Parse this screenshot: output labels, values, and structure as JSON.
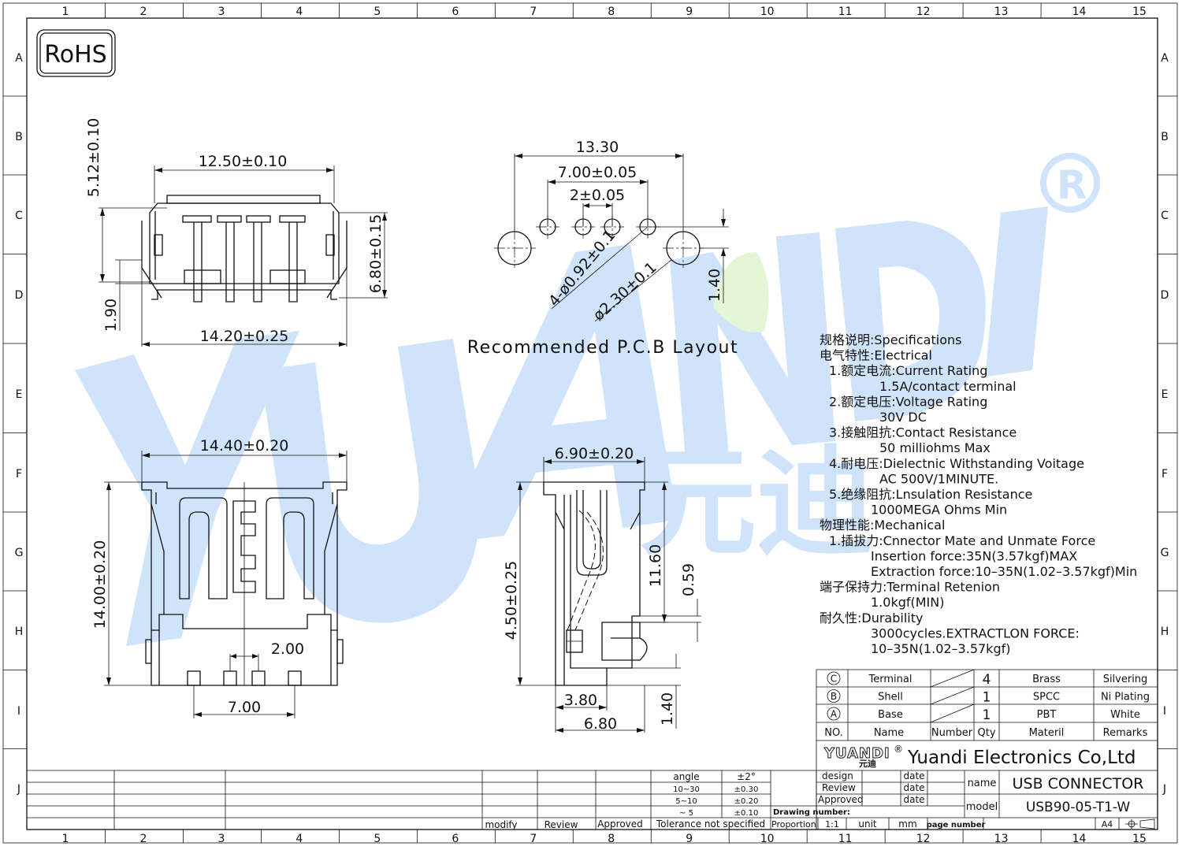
{
  "grid": {
    "cols": [
      "1",
      "2",
      "3",
      "4",
      "5",
      "6",
      "7",
      "8",
      "9",
      "10",
      "11",
      "12",
      "13",
      "14",
      "15"
    ],
    "rows": [
      "A",
      "B",
      "C",
      "D",
      "E",
      "F",
      "G",
      "H",
      "I",
      "J"
    ]
  },
  "rohs": "RoHS",
  "watermark": {
    "brand": "YUANDI",
    "chinese": "元迪",
    "registered": "®"
  },
  "colors": {
    "watermark": "#cfe3fb",
    "watermark_green": "#e3f6d6",
    "line": "#111111"
  },
  "top_view": {
    "d_width_inner": "12.50±0.10",
    "d_height_top": "5.12±0.10",
    "d_height_right": "6.80±0.15",
    "d_bottom_left": "1.90",
    "d_width_outer": "14.20±0.25"
  },
  "pcb": {
    "title": "Recommended P.C.B Layout",
    "d_total": "13.30",
    "d_pin_span": "7.00±0.05",
    "d_pitch": "2±0.05",
    "d_hole_small": "4-ø0.92±0.1",
    "d_hole_big": "ø2.30±0.1",
    "d_offset": "1.40"
  },
  "front_view": {
    "d_width": "14.40±0.20",
    "d_height": "14.00±0.20",
    "d_pitch": "2.00",
    "d_span": "7.00"
  },
  "side_view": {
    "d_width_top": "6.90±0.20",
    "d_height_left": "4.50±0.25",
    "d_height_right": "11.60",
    "d_small": "0.59",
    "d_bottom_right": "1.40",
    "d_bottom_inner": "3.80",
    "d_bottom_outer": "6.80"
  },
  "specs": [
    {
      "text": "规格说明:Specifications",
      "indent": 0
    },
    {
      "text": "电气特性:Electrical",
      "indent": 0
    },
    {
      "text": "1.额定电流:Current  Rating",
      "indent": 1
    },
    {
      "text": "1.5A/contact  terminal",
      "indent": 3
    },
    {
      "text": "2.额定电压:Voltage  Rating",
      "indent": 1
    },
    {
      "text": "30V  DC",
      "indent": 3
    },
    {
      "text": "3.接触阻抗:Contact  Resistance",
      "indent": 1
    },
    {
      "text": "50  milliohms  Max",
      "indent": 3
    },
    {
      "text": "4.耐电压:Dielectnic  Withstanding  Voitage",
      "indent": 1
    },
    {
      "text": "AC  500V/1MINUTE.",
      "indent": 3
    },
    {
      "text": "5.绝缘阻抗:Lnsulation  Resistance",
      "indent": 1
    },
    {
      "text": "1000MEGA  Ohms  Min",
      "indent": 2
    },
    {
      "text": "物理性能:Mechanical",
      "indent": 0
    },
    {
      "text": "1.插拔力:Cnnector  Mate  and  Unmate  Force",
      "indent": 1
    },
    {
      "text": "Insertion  force:35N(3.57kgf)MAX",
      "indent": 2
    },
    {
      "text": "Extraction  force:10–35N(1.02–3.57kgf)Min",
      "indent": 2
    },
    {
      "text": "端子保持力:Terminal  Retenion",
      "indent": 0
    },
    {
      "text": "1.0kgf(MIN)",
      "indent": 2
    },
    {
      "text": "耐久性:Durability",
      "indent": 0
    },
    {
      "text": "3000cycles.EXTRACTLON  FORCE:",
      "indent": 2
    },
    {
      "text": "10–35N(1.02–3.57kgf)",
      "indent": 2
    }
  ],
  "bom": {
    "rows": [
      {
        "no": "C",
        "name": "Terminal",
        "qty": "4",
        "material": "Brass",
        "remarks": "Silvering"
      },
      {
        "no": "B",
        "name": "Shell",
        "qty": "1",
        "material": "SPCC",
        "remarks": "Ni  Plating"
      },
      {
        "no": "A",
        "name": "Base",
        "qty": "1",
        "material": "PBT",
        "remarks": "White"
      }
    ],
    "headers": {
      "no": "NO.",
      "name": "Name",
      "number": "Number",
      "qty": "Qty",
      "material": "Materil",
      "remarks": "Remarks"
    }
  },
  "title_block": {
    "logo": "YUANDI",
    "logo_cn": "元迪",
    "logo_reg": "®",
    "company": "Yuandi Electronics Co,Ltd",
    "name_label": "name",
    "name_value": "USB  CONNECTOR",
    "model_label": "model",
    "model_value": "USB90-05-T1-W",
    "design": "design",
    "review": "Review",
    "approved": "Approved",
    "date": "date",
    "drawing_number": "Drawing  number:",
    "proportion": "Proportion",
    "scale": "1:1",
    "unit": "unit",
    "mm": "mm",
    "page_number": "page  number",
    "paper": "A4",
    "angle": "angle",
    "angle_tol": "±2°",
    "r1": "10~30",
    "r1_tol": "±0.30",
    "r2": "5~10",
    "r2_tol": "±0.20",
    "r3": "~ 5",
    "r3_tol": "±0.10",
    "tolerance": "Tolerance  not  specified",
    "modify": "modify",
    "review2": "Review",
    "approved2": "Approved"
  }
}
